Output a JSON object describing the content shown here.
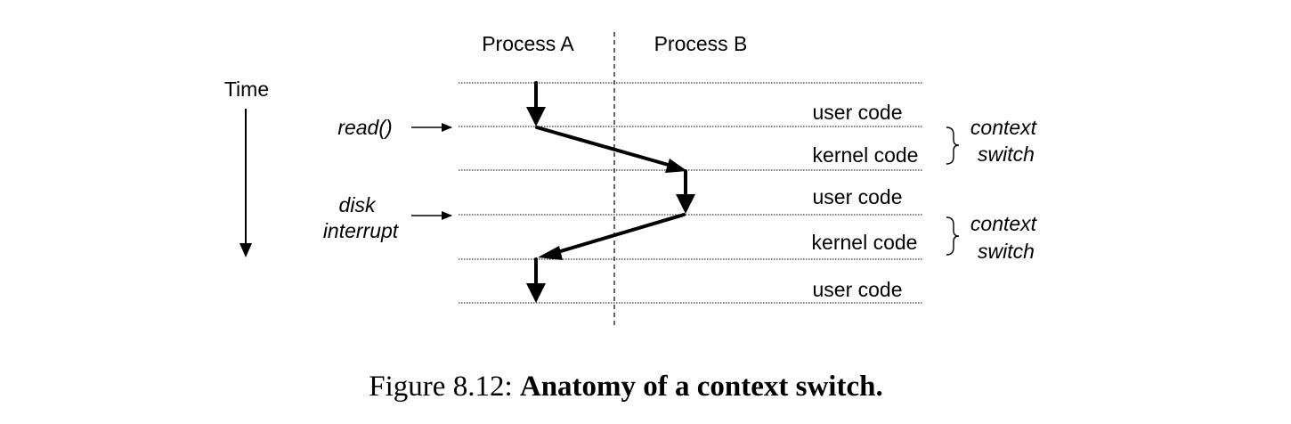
{
  "headers": {
    "process_a": "Process A",
    "process_b": "Process B"
  },
  "time_label": "Time",
  "events": {
    "read": "read()",
    "disk_line1": "disk",
    "disk_line2": "interrupt"
  },
  "segments": {
    "user_code_1": "user code",
    "kernel_code_1": "kernel code",
    "user_code_2": "user code",
    "kernel_code_2": "kernel code",
    "user_code_3": "user code"
  },
  "context_switch_1": {
    "line1": "context",
    "line2": "switch"
  },
  "context_switch_2": {
    "line1": "context",
    "line2": "switch"
  },
  "caption": {
    "prefix": "Figure 8.12:",
    "title": "Anatomy of a context switch."
  },
  "colors": {
    "ink": "#000000",
    "background": "#ffffff"
  }
}
